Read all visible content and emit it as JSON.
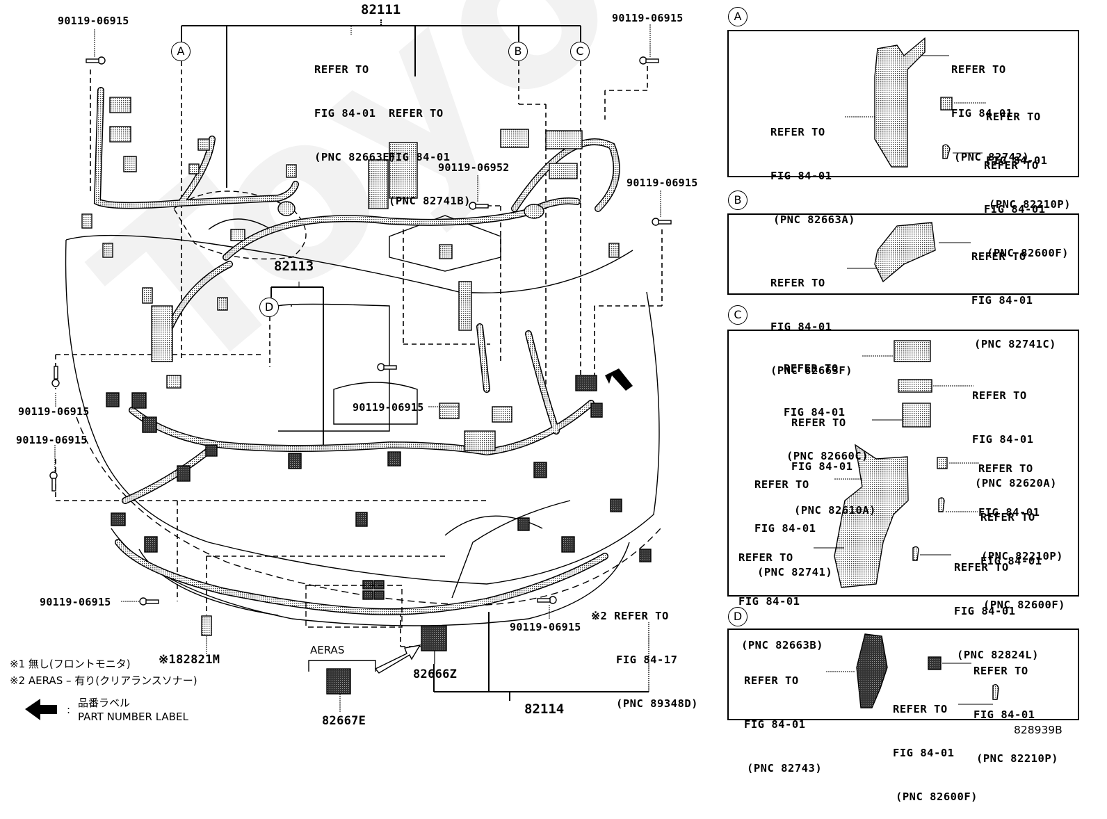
{
  "diagram": {
    "figure_id": "828939B",
    "watermark_text": "ToyotaMine.com",
    "main_assemblies": {
      "harness_82111": "82111",
      "harness_82113": "82113",
      "harness_82114": "82114"
    },
    "callout_circles": [
      "A",
      "B",
      "C",
      "D"
    ],
    "main_refs": [
      {
        "line1": "REFER TO",
        "line2": "FIG 84-01",
        "line3": "(PNC 82663E)"
      },
      {
        "line1": "REFER TO",
        "line2": "FIG 84-01",
        "line3": "(PNC 82741B)"
      },
      {
        "line1": "※2 REFER TO",
        "line2": "FIG 84-17",
        "line3": "(PNC 89348D)"
      }
    ],
    "bolt_labels": [
      "90119-06915",
      "90119-06915",
      "90119-06952",
      "90119-06915",
      "90119-06915",
      "90119-06915",
      "90119-06915",
      "90119-06915",
      "90119-06915"
    ],
    "part_labels": {
      "p82821m": "※182821M",
      "p82666z": "82666Z",
      "p82667e": "82667E",
      "aeras": "AERAS"
    },
    "notes": {
      "note1": "※1 無し(フロントモニタ)",
      "note2": "※2 AERAS – 有り(クリアランスソナー)",
      "label_jp": "品番ラベル",
      "label_colon": ":",
      "label_en": "PART NUMBER LABEL"
    },
    "panels": {
      "A": {
        "letter": "A",
        "refs": [
          {
            "line1": "REFER TO",
            "line2": "FIG 84-01",
            "line3": "(PNC 82742)"
          },
          {
            "line1": "REFER TO",
            "line2": "FIG 84-01",
            "line3": "(PNC 82210P)"
          },
          {
            "line1": "REFER TO",
            "line2": "FIG 84-01",
            "line3": "(PNC 82663A)"
          },
          {
            "line1": "REFER TO",
            "line2": "FIG 84-01",
            "line3": "(PNC 82600F)"
          }
        ]
      },
      "B": {
        "letter": "B",
        "refs": [
          {
            "line1": "REFER TO",
            "line2": "FIG 84-01",
            "line3": "(PNC 82741C)"
          },
          {
            "line1": "REFER TO",
            "line2": "FIG 84-01",
            "line3": "(PNC 82663F)"
          }
        ]
      },
      "C": {
        "letter": "C",
        "refs": [
          {
            "line1": "REFER TO",
            "line2": "FIG 84-01",
            "line3": "(PNC 82660C)"
          },
          {
            "line1": "REFER TO",
            "line2": "FIG 84-01",
            "line3": "(PNC 82620A)"
          },
          {
            "line1": "REFER TO",
            "line2": "FIG 84-01",
            "line3": "(PNC 82610A)"
          },
          {
            "line1": "REFER TO",
            "line2": "FIG 84-01",
            "line3": "(PNC 82210P)"
          },
          {
            "line1": "REFER TO",
            "line2": "FIG 84-01",
            "line3": "(PNC 82741)"
          },
          {
            "line1": "REFER TO",
            "line2": "FIG 84-01",
            "line3": "(PNC 82600F)"
          },
          {
            "line1": "REFER TO",
            "line2": "FIG 84-01",
            "line3": "(PNC 82663B)"
          },
          {
            "line1": "REFER TO",
            "line2": "FIG 84-01",
            "line3": "(PNC 82824L)"
          }
        ]
      },
      "D": {
        "letter": "D",
        "refs": [
          {
            "line1": "REFER TO",
            "line2": "FIG 84-01",
            "line3": "(PNC 82743)"
          },
          {
            "line1": "REFER TO",
            "line2": "FIG 84-01",
            "line3": "(PNC 82210P)"
          },
          {
            "line1": "REFER TO",
            "line2": "FIG 84-01",
            "line3": "(PNC 82600F)"
          }
        ]
      }
    }
  }
}
